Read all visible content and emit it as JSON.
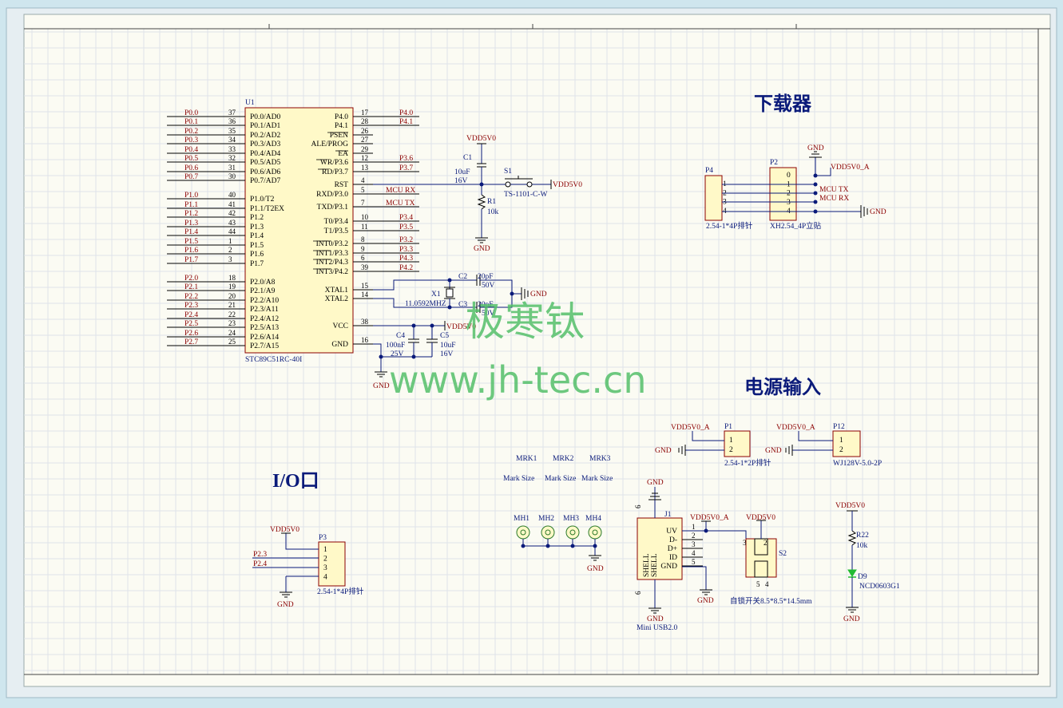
{
  "titles": {
    "downloader": "下载器",
    "power": "电源输入",
    "io": "I/O口"
  },
  "watermark": {
    "cn": "极寒钛",
    "url": "www.jh-tec.cn"
  },
  "colors": {
    "background": "#cfe6ee",
    "sheet": "#fbfbf3",
    "wire": "#0a1a7a",
    "net_label": "#8b0000",
    "component_fill": "#fff9c8",
    "watermark": "#55c06a"
  },
  "u1": {
    "designator": "U1",
    "part": "STC89C51RC-40I",
    "left_pins": [
      {
        "net": "P0.0",
        "num": "37",
        "name": "P0.0/AD0"
      },
      {
        "net": "P0.1",
        "num": "36",
        "name": "P0.1/AD1"
      },
      {
        "net": "P0.2",
        "num": "35",
        "name": "P0.2/AD2"
      },
      {
        "net": "P0.3",
        "num": "34",
        "name": "P0.3/AD3"
      },
      {
        "net": "P0.4",
        "num": "33",
        "name": "P0.4/AD4"
      },
      {
        "net": "P0.5",
        "num": "32",
        "name": "P0.5/AD5"
      },
      {
        "net": "P0.6",
        "num": "31",
        "name": "P0.6/AD6"
      },
      {
        "net": "P0.7",
        "num": "30",
        "name": "P0.7/AD7"
      },
      {
        "net": "P1.0",
        "num": "40",
        "name": "P1.0/T2"
      },
      {
        "net": "P1.1",
        "num": "41",
        "name": "P1.1/T2EX"
      },
      {
        "net": "P1.2",
        "num": "42",
        "name": "P1.2"
      },
      {
        "net": "P1.3",
        "num": "43",
        "name": "P1.3"
      },
      {
        "net": "P1.4",
        "num": "44",
        "name": "P1.4"
      },
      {
        "net": "P1.5",
        "num": "1",
        "name": "P1.5"
      },
      {
        "net": "P1.6",
        "num": "2",
        "name": "P1.6"
      },
      {
        "net": "P1.7",
        "num": "3",
        "name": "P1.7"
      },
      {
        "net": "P2.0",
        "num": "18",
        "name": "P2.0/A8"
      },
      {
        "net": "P2.1",
        "num": "19",
        "name": "P2.1/A9"
      },
      {
        "net": "P2.2",
        "num": "20",
        "name": "P2.2/A10"
      },
      {
        "net": "P2.3",
        "num": "21",
        "name": "P2.3/A11"
      },
      {
        "net": "P2.4",
        "num": "22",
        "name": "P2.4/A12"
      },
      {
        "net": "P2.5",
        "num": "23",
        "name": "P2.5/A13"
      },
      {
        "net": "P2.6",
        "num": "24",
        "name": "P2.6/A14"
      },
      {
        "net": "P2.7",
        "num": "25",
        "name": "P2.7/A15"
      }
    ],
    "right_pins": [
      {
        "name": "P4.0",
        "num": "17",
        "net": "P4.0"
      },
      {
        "name": "P4.1",
        "num": "28",
        "net": "P4.1"
      },
      {
        "name": "PSEN",
        "num": "26",
        "net": ""
      },
      {
        "name": "ALE/PROG",
        "num": "27",
        "net": ""
      },
      {
        "name": "EA",
        "num": "29",
        "net": ""
      },
      {
        "name": "WR/P3.6",
        "num": "12",
        "net": "P3.6"
      },
      {
        "name": "RD/P3.7",
        "num": "13",
        "net": "P3.7"
      },
      {
        "name": "RST",
        "num": "4",
        "net": ""
      },
      {
        "name": "RXD/P3.0",
        "num": "5",
        "net": "MCU RX"
      },
      {
        "name": "TXD/P3.1",
        "num": "7",
        "net": "MCU TX"
      },
      {
        "name": "T0/P3.4",
        "num": "10",
        "net": "P3.4"
      },
      {
        "name": "T1/P3.5",
        "num": "11",
        "net": "P3.5"
      },
      {
        "name": "INT0/P3.2",
        "num": "8",
        "net": "P3.2"
      },
      {
        "name": "INT1/P3.3",
        "num": "9",
        "net": "P3.3"
      },
      {
        "name": "INT2/P4.3",
        "num": "6",
        "net": "P4.3"
      },
      {
        "name": "INT3/P4.2",
        "num": "39",
        "net": "P4.2"
      },
      {
        "name": "XTAL1",
        "num": "15",
        "net": ""
      },
      {
        "name": "XTAL2",
        "num": "14",
        "net": ""
      },
      {
        "name": "VCC",
        "num": "38",
        "net": ""
      },
      {
        "name": "GND",
        "num": "16",
        "net": ""
      }
    ]
  },
  "labels": {
    "vdd5v0": "VDD5V0",
    "vdd5v0_a": "VDD5V0_A",
    "gnd": "GND",
    "mcu_tx": "MCU TX",
    "mcu_rx": "MCU RX"
  },
  "reset": {
    "c1": "C1",
    "c1_val": "10uF",
    "c1_v": "16V",
    "s1": "S1",
    "s1_part": "TS-1101-C-W",
    "r1": "R1",
    "r1_val": "10k"
  },
  "crystal": {
    "x1": "X1",
    "x1_val": "11.0592MHZ",
    "c2": "C2",
    "c2_val": "20pF",
    "c2_v": "50V",
    "c3": "C3",
    "c3_val": "20pF",
    "c3_v": "50V"
  },
  "decoupling": {
    "c4": "C4",
    "c4_val": "100nF",
    "c4_v": "25V",
    "c5": "C5",
    "c5_val": "10uF",
    "c5_v": "16V"
  },
  "p4": {
    "designator": "P4",
    "part": "2.54-1*4P排针",
    "pins": [
      "1",
      "2",
      "3",
      "4"
    ]
  },
  "p2": {
    "designator": "P2",
    "part": "XH2.54_4P立贴",
    "pins": [
      "0",
      "1",
      "2",
      "3",
      "4"
    ]
  },
  "p1": {
    "designator": "P1",
    "part": "2.54-1*2P排针",
    "pins": [
      "1",
      "2"
    ]
  },
  "p12": {
    "designator": "P12",
    "part": "WJ128V-5.0-2P",
    "pins": [
      "1",
      "2"
    ]
  },
  "p3": {
    "designator": "P3",
    "part": "2.54-1*4P排针",
    "pins": [
      "1",
      "2",
      "3",
      "4"
    ],
    "nets": [
      "P2.3",
      "P2.4"
    ]
  },
  "marks": [
    {
      "des": "MRK1",
      "val": "Mark Size"
    },
    {
      "des": "MRK2",
      "val": "Mark Size"
    },
    {
      "des": "MRK3",
      "val": "Mark Size"
    }
  ],
  "mounting_holes": [
    "MH1",
    "MH2",
    "MH3",
    "MH4"
  ],
  "j1": {
    "designator": "J1",
    "part": "Mini USB2.0",
    "pins": [
      "UV",
      "D-",
      "D+",
      "ID",
      "GND"
    ],
    "shell": "SHELL",
    "shell_num": "6",
    "pin_nums": [
      "1",
      "2",
      "3",
      "4",
      "5"
    ]
  },
  "s2": {
    "designator": "S2",
    "part": "自锁开关8.5*8.5*14.5mm",
    "pin_nums": [
      "3",
      "2",
      "5",
      "4"
    ]
  },
  "led": {
    "r22": "R22",
    "r22_val": "10k",
    "d9": "D9",
    "d9_part": "NCD0603G1"
  }
}
